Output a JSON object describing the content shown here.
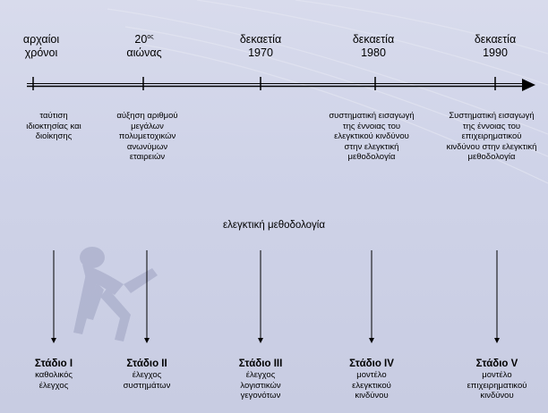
{
  "colors": {
    "background": "#cfd3e8",
    "line": "#000000"
  },
  "periods": [
    {
      "line1": "αρχαίοι",
      "line2": "χρόνοι"
    },
    {
      "line1_num": "20",
      "line1_sup": "ος",
      "line2": "αιώνας"
    },
    {
      "line1": "δεκαετία",
      "line2": "1970"
    },
    {
      "line1": "δεκαετία",
      "line2": "1980"
    },
    {
      "line1": "δεκαετία",
      "line2": "1990"
    }
  ],
  "descriptions": [
    [
      "ταύτιση",
      "ιδιοκτησίας και",
      "διοίκησης"
    ],
    [
      "αύξηση αριθμού",
      "μεγάλων",
      "πολυμετοχικών",
      "ανωνύμων",
      "εταιρειών"
    ],
    [],
    [
      "συστηματική εισαγωγή",
      "της έννοιας του",
      "ελεγκτικού κινδύνου",
      "στην ελεγκτική",
      "μεθοδολογία"
    ],
    [
      "Συστηματική εισαγωγή",
      "της έννοιας του",
      "επιχειρηματικού",
      "κινδύνου στην ελεγκτική",
      "μεθοδολογία"
    ]
  ],
  "center_label": "ελεγκτική μεθοδολογία",
  "stages": [
    {
      "number": "Στάδιο I",
      "name": [
        "καθολικός",
        "έλεγχος"
      ]
    },
    {
      "number": "Στάδιο II",
      "name": [
        "έλεγχος",
        "συστημάτων"
      ]
    },
    {
      "number": "Στάδιο III",
      "name": [
        "έλεγχος",
        "λογιστικών",
        "γεγονότων"
      ]
    },
    {
      "number": "Στάδιο IV",
      "name": [
        "μοντέλο",
        "ελεγκτικού",
        "κινδύνου"
      ]
    },
    {
      "number": "Στάδιο V",
      "name": [
        "μοντέλο",
        "επιχειρηματικού",
        "κινδύνου"
      ]
    }
  ]
}
